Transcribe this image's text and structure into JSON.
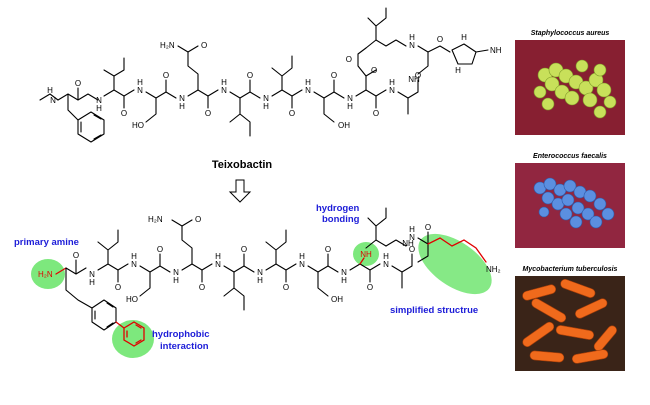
{
  "molecule": {
    "title": "Teixobactin",
    "atoms": {
      "n": "N",
      "nh": "NH",
      "h": "H",
      "o": "O",
      "oh": "OH",
      "ho": "HO",
      "nh2": "NH",
      "h2n": "H₂N",
      "nh2_sub": "NH₂",
      "h2n_amine": "H₂N",
      "eq_nh": "NH"
    }
  },
  "annotations": {
    "primary_amine": "primary amine",
    "hydrogen_bonding_line1": "hydrogen",
    "hydrogen_bonding_line2": "bonding",
    "hydrophobic_line1": "hydrophobic",
    "hydrophobic_line2": "interaction",
    "simplified": "simplified structrue"
  },
  "bacteria": [
    {
      "caption": "Staphylococcus aureus",
      "color": "#c8e05a"
    },
    {
      "caption": "Enterococcus faecalis",
      "color": "#5b8fe0"
    },
    {
      "caption": "Mycobacterium tuberculosis",
      "color": "#f06a1c"
    }
  ],
  "colors": {
    "annotation": "#1c1cd8",
    "highlight": "#52e052",
    "modified_bond": "#e00000"
  }
}
